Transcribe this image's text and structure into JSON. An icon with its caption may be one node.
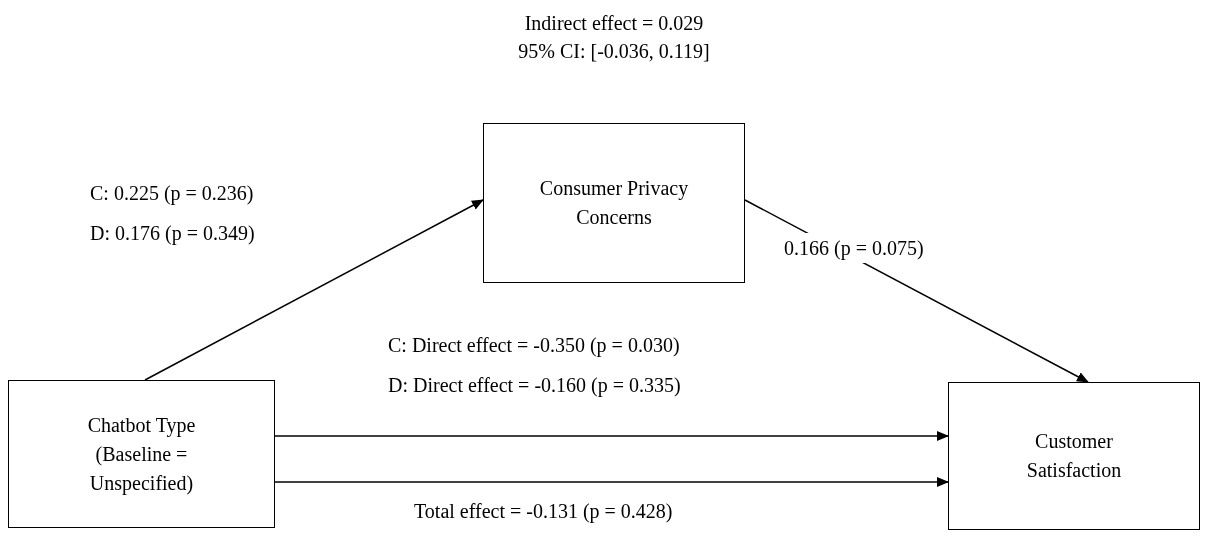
{
  "diagram": {
    "nodes": [
      {
        "text": [
          "Chatbot Type (Baseline = Unspecified)"
        ]
      },
      {
        "text": [
          "Consumer Privacy Concerns"
        ]
      },
      {
        "text": [
          "Customer Satisfaction"
        ]
      }
    ],
    "edges": [
      {
        "from": 0,
        "to": 1,
        "arrow": "to"
      },
      {
        "from": 1,
        "to": 2,
        "arrow": "to",
        "label": "0.166 (p = 0.075)"
      },
      {
        "from": 0,
        "to": 2,
        "arrow": "to"
      },
      {
        "from": 0,
        "to": 2,
        "arrow": "to",
        "label": "Total effect = -0.131 (p = 0.428)"
      }
    ],
    "labels": [
      "Indirect effect = 0.029",
      "95% CI: [-0.036, 0.119]",
      "C: 0.225 (p = 0.236)",
      "D: 0.176 (p = 0.349)",
      "C: Direct effect = -0.350 (p = 0.030)",
      "D: Direct effect = -0.160 (p = 0.335)"
    ]
  }
}
